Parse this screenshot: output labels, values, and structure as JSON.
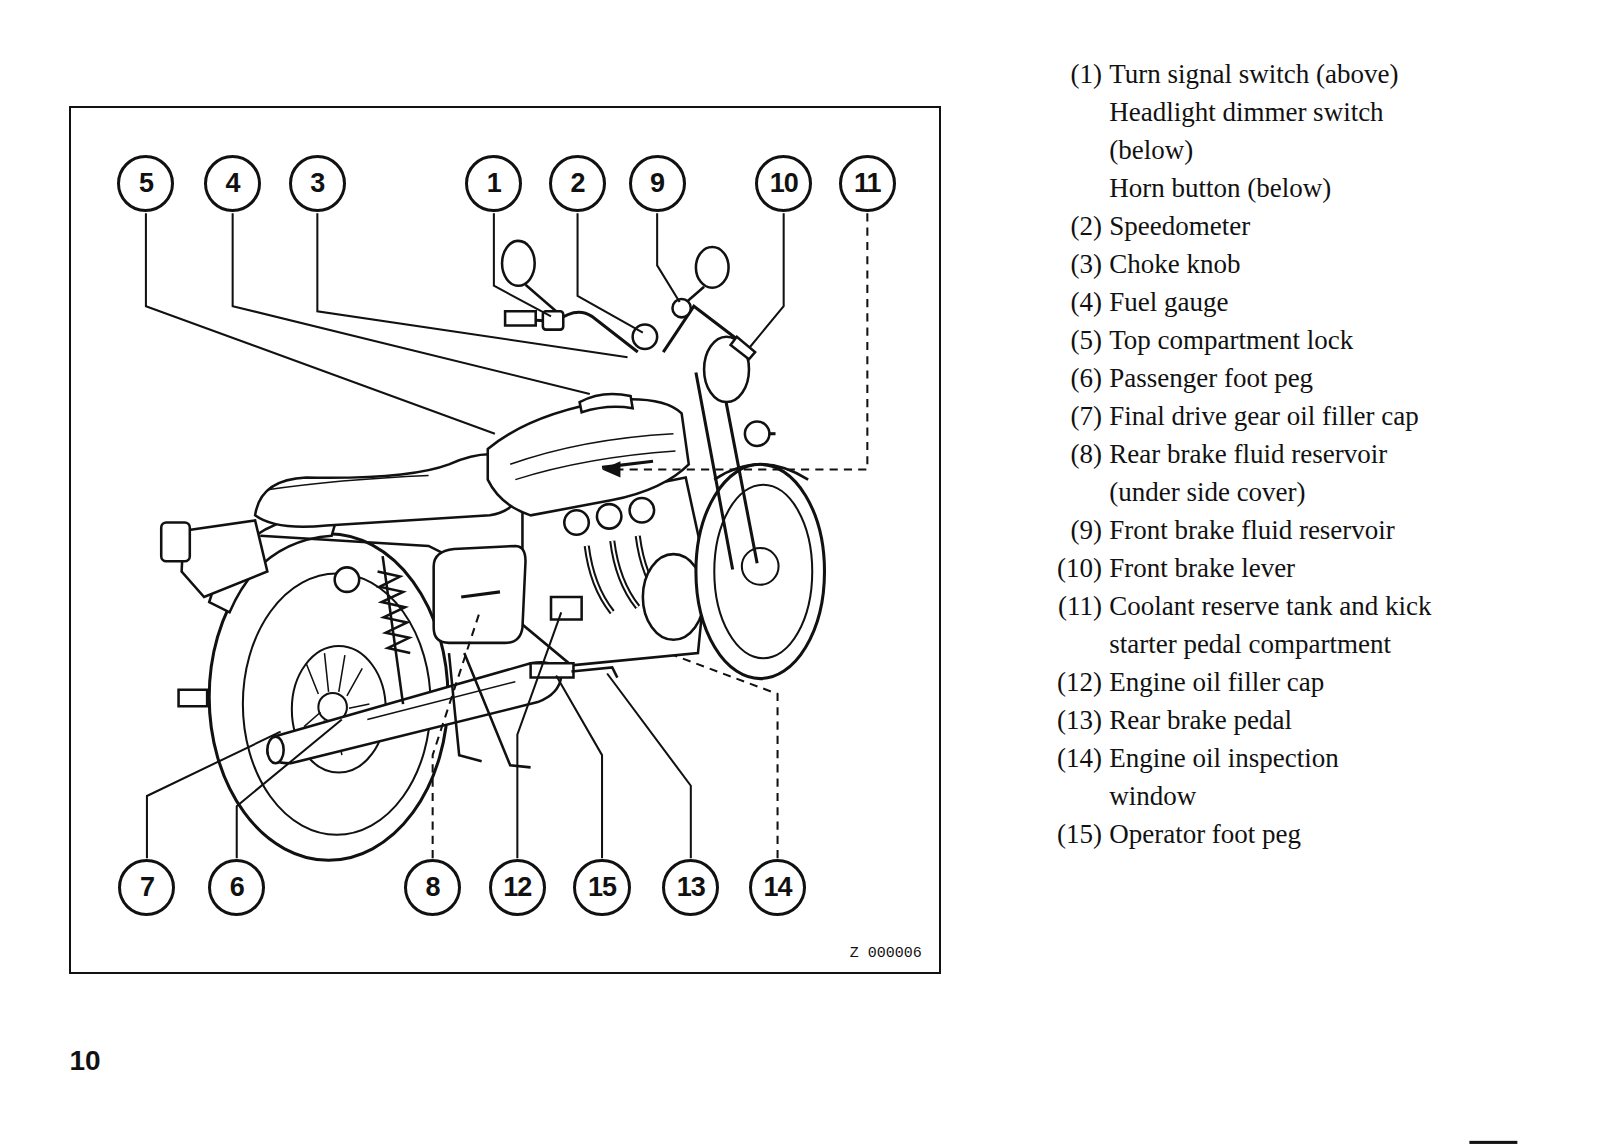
{
  "diagram": {
    "nodes": [
      {
        "text": [
          "Z 000006"
        ]
      },
      {
        "text": [
          "5"
        ],
        "in": 0
      },
      {
        "text": [
          "4"
        ],
        "in": 0
      },
      {
        "text": [
          "3"
        ],
        "in": 0
      },
      {
        "text": [
          "1"
        ],
        "in": 0
      },
      {
        "text": [
          "2"
        ],
        "in": 0
      },
      {
        "text": [
          "9"
        ],
        "in": 0
      },
      {
        "text": [
          "10"
        ],
        "in": 0
      },
      {
        "text": [
          "11"
        ],
        "in": 0
      },
      {
        "text": [
          "7"
        ],
        "in": 0
      },
      {
        "text": [
          "6"
        ],
        "in": 0
      },
      {
        "text": [
          "8"
        ],
        "in": 0
      },
      {
        "text": [
          "12"
        ],
        "in": 0
      },
      {
        "text": [
          "15"
        ],
        "in": 0
      },
      {
        "text": [
          "13"
        ],
        "in": 0
      },
      {
        "text": [
          "14"
        ],
        "in": 0
      }
    ],
    "labels": [
      "(1)",
      "Turn signal switch (above)",
      "Headlight dimmer switch (below)",
      "Horn button (below)",
      "(2)",
      "Speedometer",
      "(3)",
      "Choke knob",
      "(4)",
      "Fuel gauge",
      "(5)",
      "Top compartment lock",
      "(6)",
      "Passenger foot peg",
      "(7)",
      "Final drive gear oil filler cap",
      "(8)",
      "Rear brake fluid reservoir (under side cover)",
      "(9)",
      "Front brake fluid reservoir",
      "(10)",
      "Front brake lever",
      "(11)",
      "Coolant reserve tank and kick starter pedal compartment",
      "(12)",
      "Engine oil filler cap",
      "(13)",
      "Rear brake pedal",
      "(14)",
      "Engine oil inspection window",
      "(15)",
      "Operator foot peg",
      "10"
    ]
  }
}
